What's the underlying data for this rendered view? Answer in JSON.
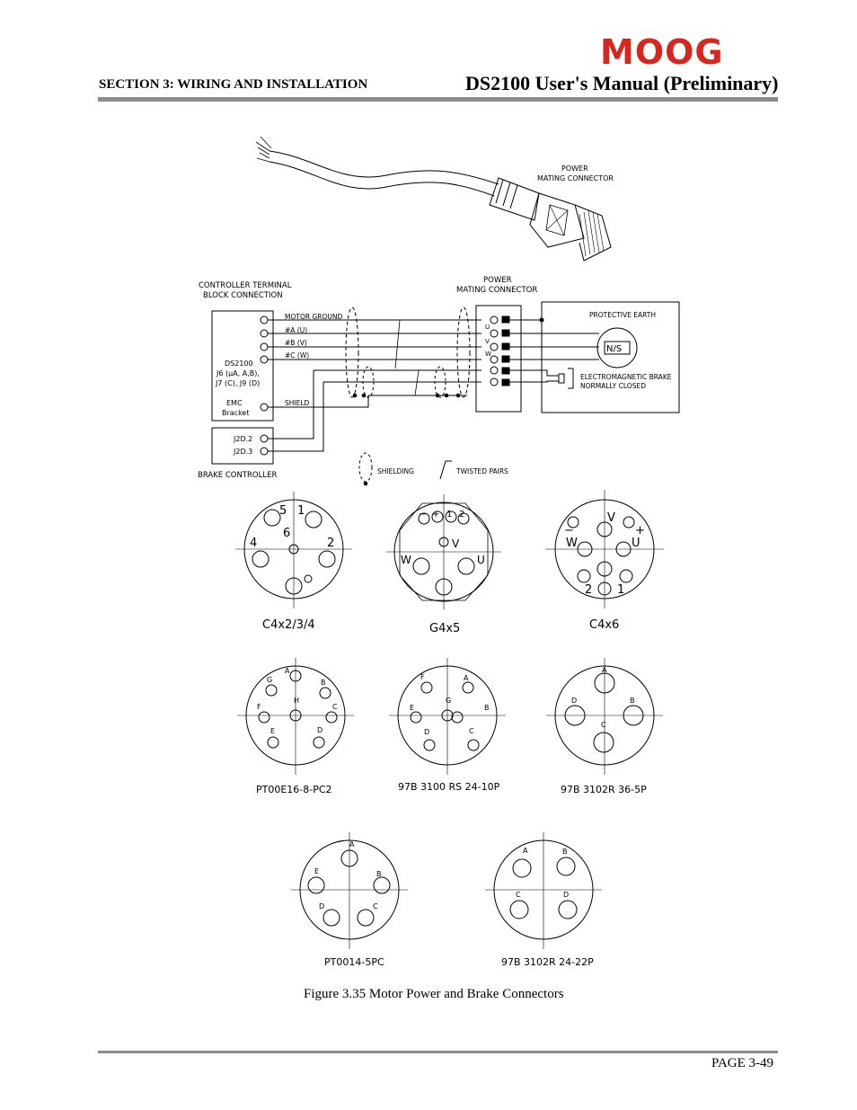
{
  "header": {
    "logo": "MOOG",
    "section": "SECTION 3: WIRING AND INSTALLATION",
    "title": "DS2100 User's Manual (Preliminary)"
  },
  "cable": {
    "label_line1": "POWER",
    "label_line2": "MATING CONNECTOR"
  },
  "wiring": {
    "controller_label_line1": "CONTROLLER TERMINAL",
    "controller_label_line2": "BLOCK CONNECTION",
    "mating_label_line1": "POWER",
    "mating_label_line2": "MATING CONNECTOR",
    "signals": [
      "MOTOR GROUND",
      "#A (U)",
      "#B (V)",
      "#C (W)"
    ],
    "shield_label": "SHIELD",
    "drive_line1": "DS2100",
    "drive_line2": "J6 (μA, A,B),",
    "drive_line3": "J7 (C), J9 (D)",
    "emc_line1": "EMC",
    "emc_line2": "Bracket",
    "pin_labels": [
      "U",
      "V",
      "W"
    ],
    "protective_earth": "PROTECTIVE EARTH",
    "motor_symbol": "N/S",
    "brake_line1": "ELECTROMAGNETIC BRAKE",
    "brake_line2": "NORMALLY CLOSED",
    "brake_pins": [
      "J2D.2",
      "J2D.3"
    ],
    "brake_controller": "BRAKE CONTROLLER",
    "legend_shielding": "SHIELDING",
    "legend_twisted": "TWISTED PAIRS"
  },
  "connectors": {
    "c4x234": {
      "label": "C4x2/3/4",
      "pins": [
        "5",
        "1",
        "6",
        "4",
        "2"
      ]
    },
    "g4x5": {
      "label": "G4x5",
      "pins": [
        "−",
        "+",
        "1",
        "2",
        "V",
        "W",
        "U"
      ]
    },
    "c4x6": {
      "label": "C4x6",
      "pins": [
        "V",
        "+",
        "−",
        "W",
        "U",
        "2",
        "1"
      ]
    },
    "pt00e16": {
      "label": "PT00E16-8-PC2",
      "pins": [
        "A",
        "G",
        "B",
        "H",
        "F",
        "C",
        "E",
        "D"
      ]
    },
    "b3100": {
      "label": "97B 3100 RS 24-10P",
      "pins": [
        "F",
        "A",
        "G",
        "E",
        "B",
        "D",
        "C"
      ]
    },
    "b3102_36": {
      "label": "97B 3102R 36-5P",
      "pins": [
        "A",
        "D",
        "B",
        "C"
      ]
    },
    "pt0014": {
      "label": "PT0014-5PC",
      "pins": [
        "A",
        "E",
        "B",
        "D",
        "C"
      ]
    },
    "b3102_24": {
      "label": "97B 3102R 24-22P",
      "pins": [
        "A",
        "B",
        "C",
        "D"
      ]
    }
  },
  "figure": {
    "caption": "Figure 3.35 Motor Power and Brake Connectors"
  },
  "footer": {
    "page": "PAGE 3-49"
  }
}
